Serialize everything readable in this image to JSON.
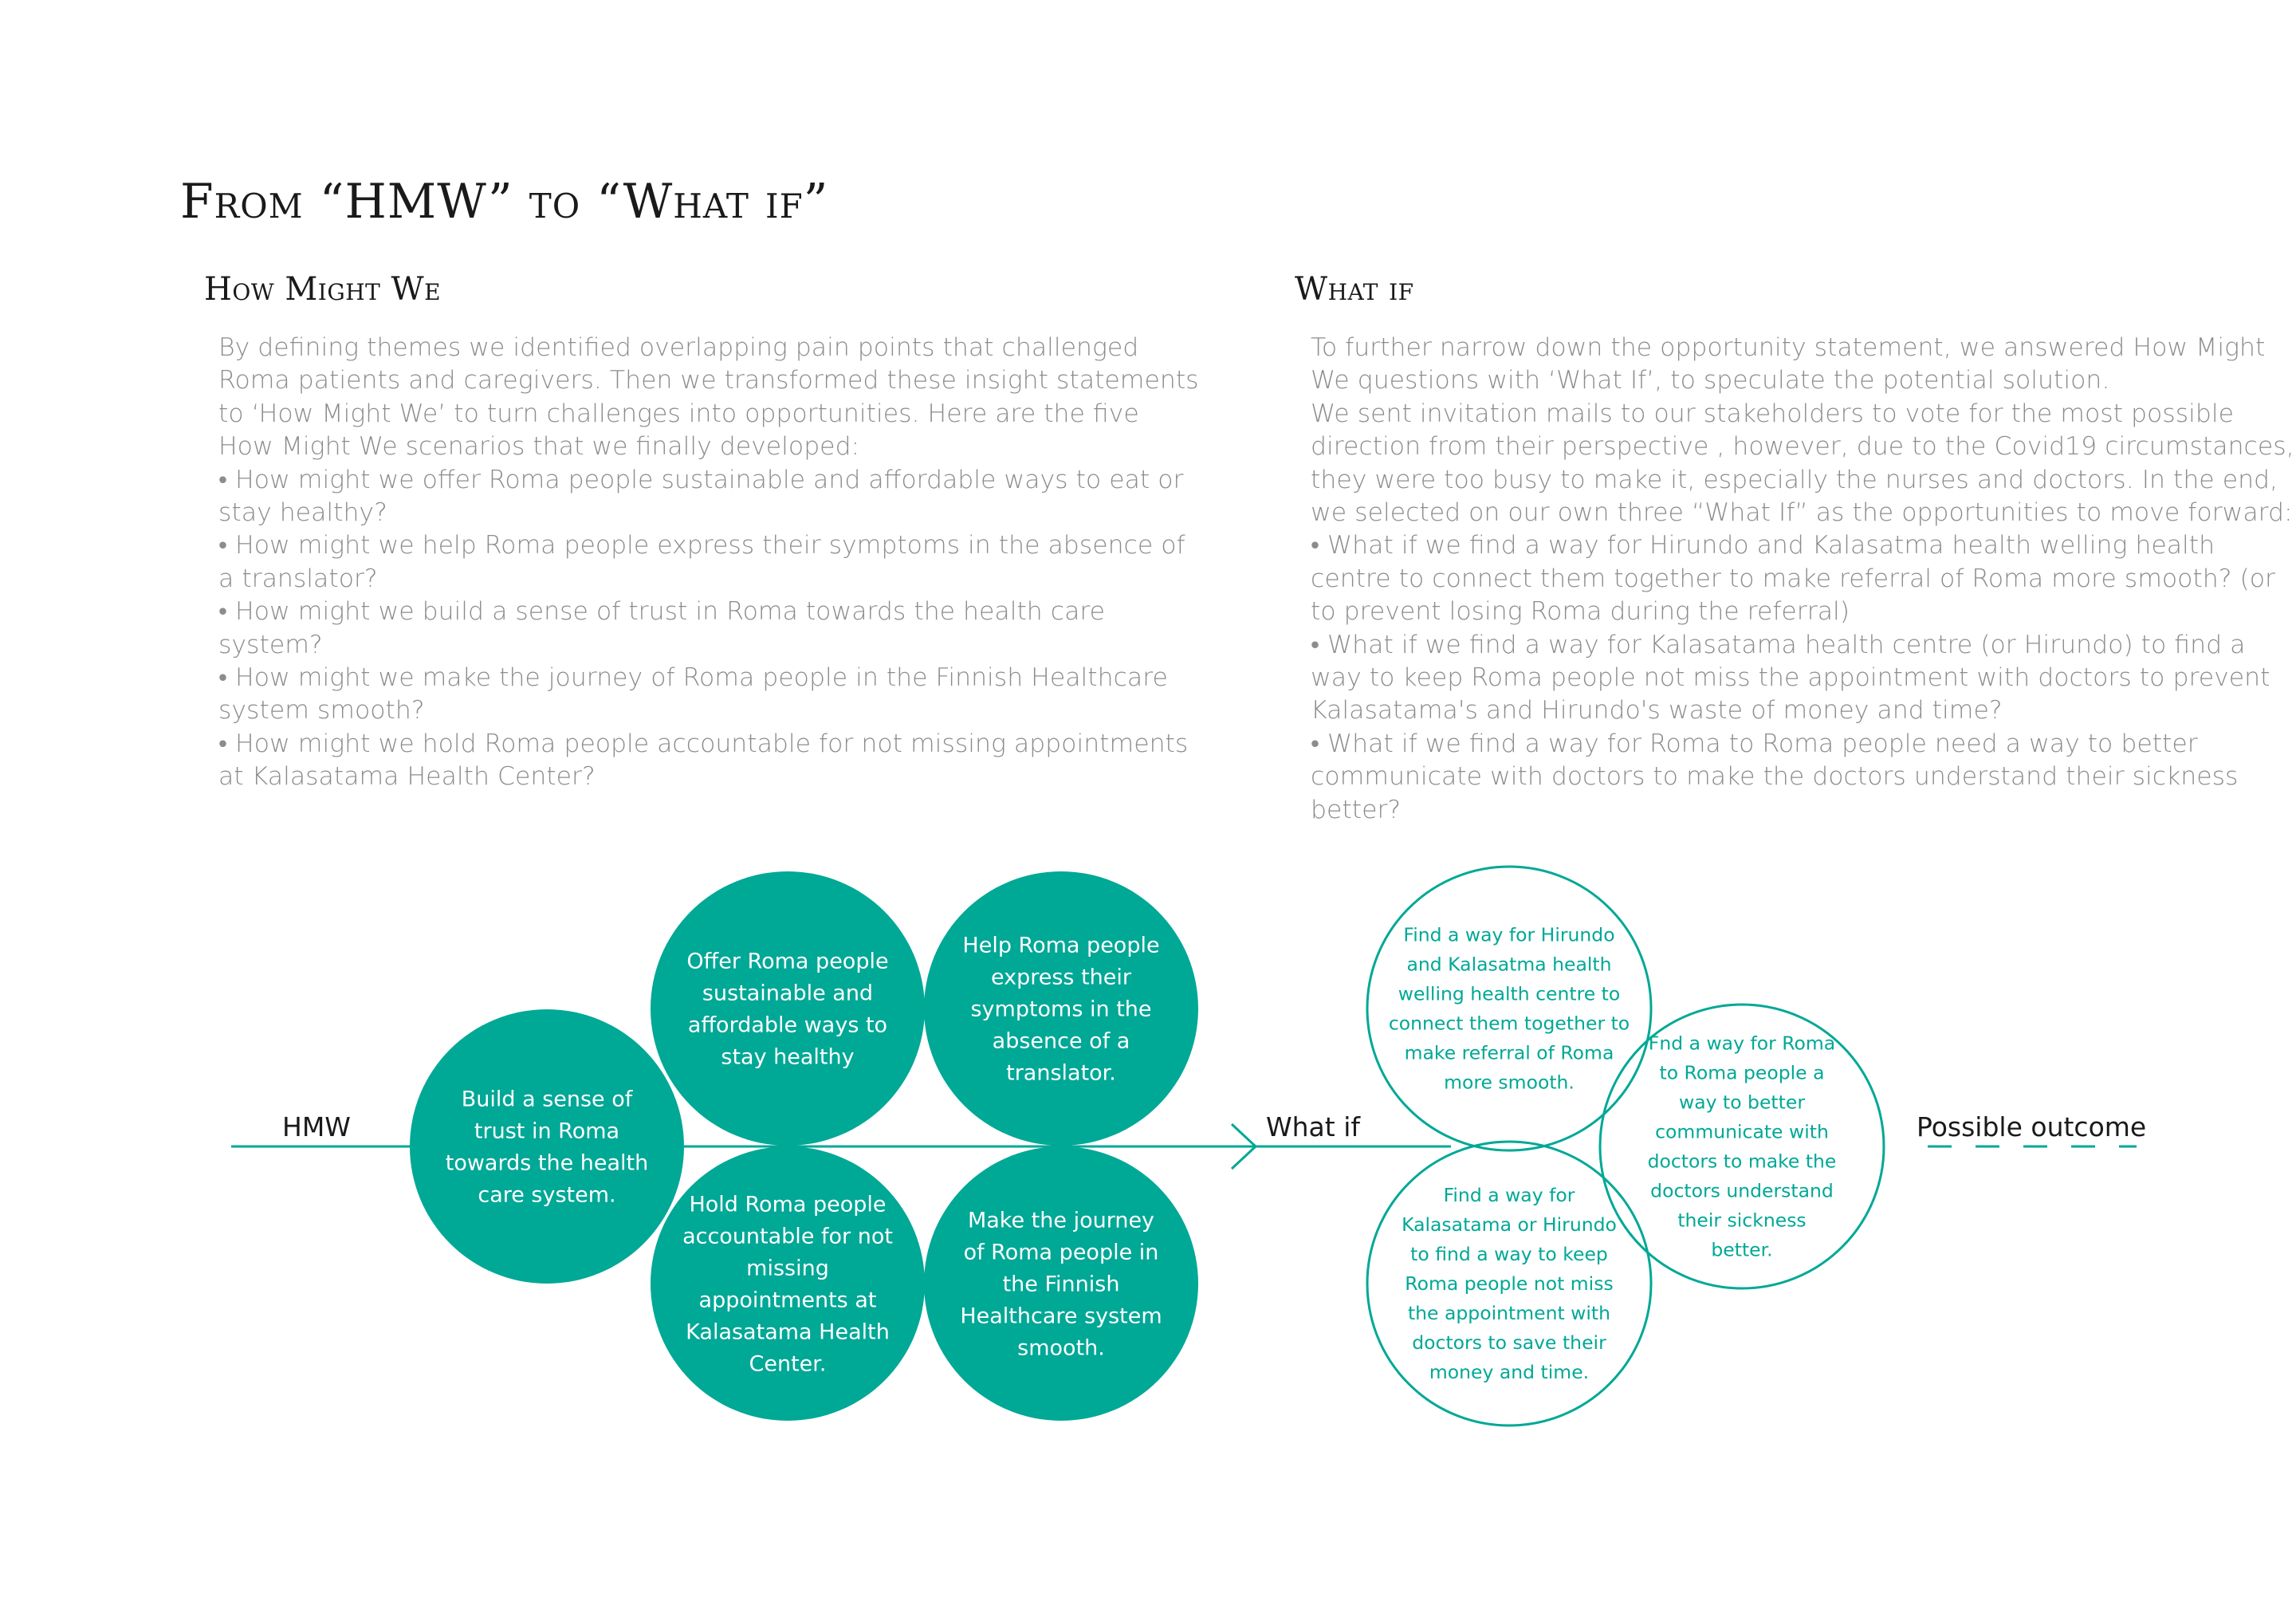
{
  "title": "From “HMW” to “What if”",
  "left": {
    "heading": "How Might We",
    "lines": [
      "By defining themes we identified overlapping pain points that challenged",
      "Roma patients and caregivers. Then we transformed these insight statements",
      "to ‘How Might We’ to turn challenges into opportunities. Here are the five",
      "How Might We scenarios that we finally developed:",
      "• How might we offer Roma people sustainable and affordable ways to eat or",
      "stay healthy?",
      "• How might we help Roma people express their symptoms in the absence of",
      "a translator?",
      "• How might we build a sense of trust in Roma towards the health care",
      "system?",
      "• How might we make the journey of Roma people in the Finnish Healthcare",
      "system smooth?",
      "• How might we hold Roma people accountable for not missing appointments",
      "at Kalasatama Health Center?"
    ]
  },
  "right": {
    "heading": "What if",
    "lines": [
      "To further narrow down the opportunity statement, we answered How Might",
      "We questions with ‘What If’, to speculate the potential solution.",
      "We sent invitation mails to our stakeholders to vote for the most possible",
      "direction from their perspective , however, due to the Covid19 circumstances,",
      "they were too busy to make it, especially the nurses and doctors. In the end,",
      "we selected on our own three “What If” as the opportunities to move forward:",
      "• What if we find a way for Hirundo and Kalasatma health welling health",
      "centre to connect them together to make referral of Roma more smooth? (or",
      "to prevent losing Roma during the referral)",
      "• What if we find a way for Kalasatama health centre (or Hirundo) to find a",
      "way to keep Roma people not miss the appointment with doctors to prevent",
      "Kalasatama's and Hirundo's waste of money and time?",
      "• What if we find a way for Roma to Roma people need a way to better",
      "communicate with doctors to make the doctors understand their sickness",
      "better?"
    ]
  },
  "diagram": {
    "labels": {
      "hmw": "HMW",
      "what_if": "What if",
      "possible_outcome": "Possible outcome"
    },
    "colors": {
      "teal": "#00a896",
      "white_text": "#ffffff"
    },
    "hmw_circles": [
      {
        "id": "trust",
        "lines": [
          "Build a sense of",
          "trust in Roma",
          "towards the health",
          "care system."
        ]
      },
      {
        "id": "sustainable",
        "lines": [
          "Offer Roma people",
          "sustainable and",
          "affordable ways to",
          "stay healthy"
        ]
      },
      {
        "id": "translator",
        "lines": [
          "Help Roma people",
          "express their",
          "symptoms in the",
          "absence of a",
          "translator."
        ]
      },
      {
        "id": "accountable",
        "lines": [
          "Hold Roma people",
          "accountable for not",
          "missing",
          "appointments at",
          "Kalasatama Health",
          "Center."
        ]
      },
      {
        "id": "journey",
        "lines": [
          "Make the journey",
          "of Roma people in",
          "the Finnish",
          "Healthcare system",
          "smooth."
        ]
      }
    ],
    "whatif_circles": [
      {
        "id": "referral",
        "lines": [
          "Find a way for Hirundo",
          "and Kalasatma health",
          "welling health centre to",
          "connect them together to",
          "make referral of Roma",
          "more smooth."
        ]
      },
      {
        "id": "communicate",
        "lines": [
          "Fnd a way for Roma",
          "to Roma people a",
          "way to better",
          "communicate with",
          "doctors to make the",
          "doctors understand",
          "their sickness",
          "better."
        ]
      },
      {
        "id": "appointment",
        "lines": [
          "Find a way for",
          "Kalasatama or Hirundo",
          "to find a way to keep",
          "Roma people not miss",
          "the appointment with",
          "doctors to save their",
          "money and time."
        ]
      }
    ]
  }
}
